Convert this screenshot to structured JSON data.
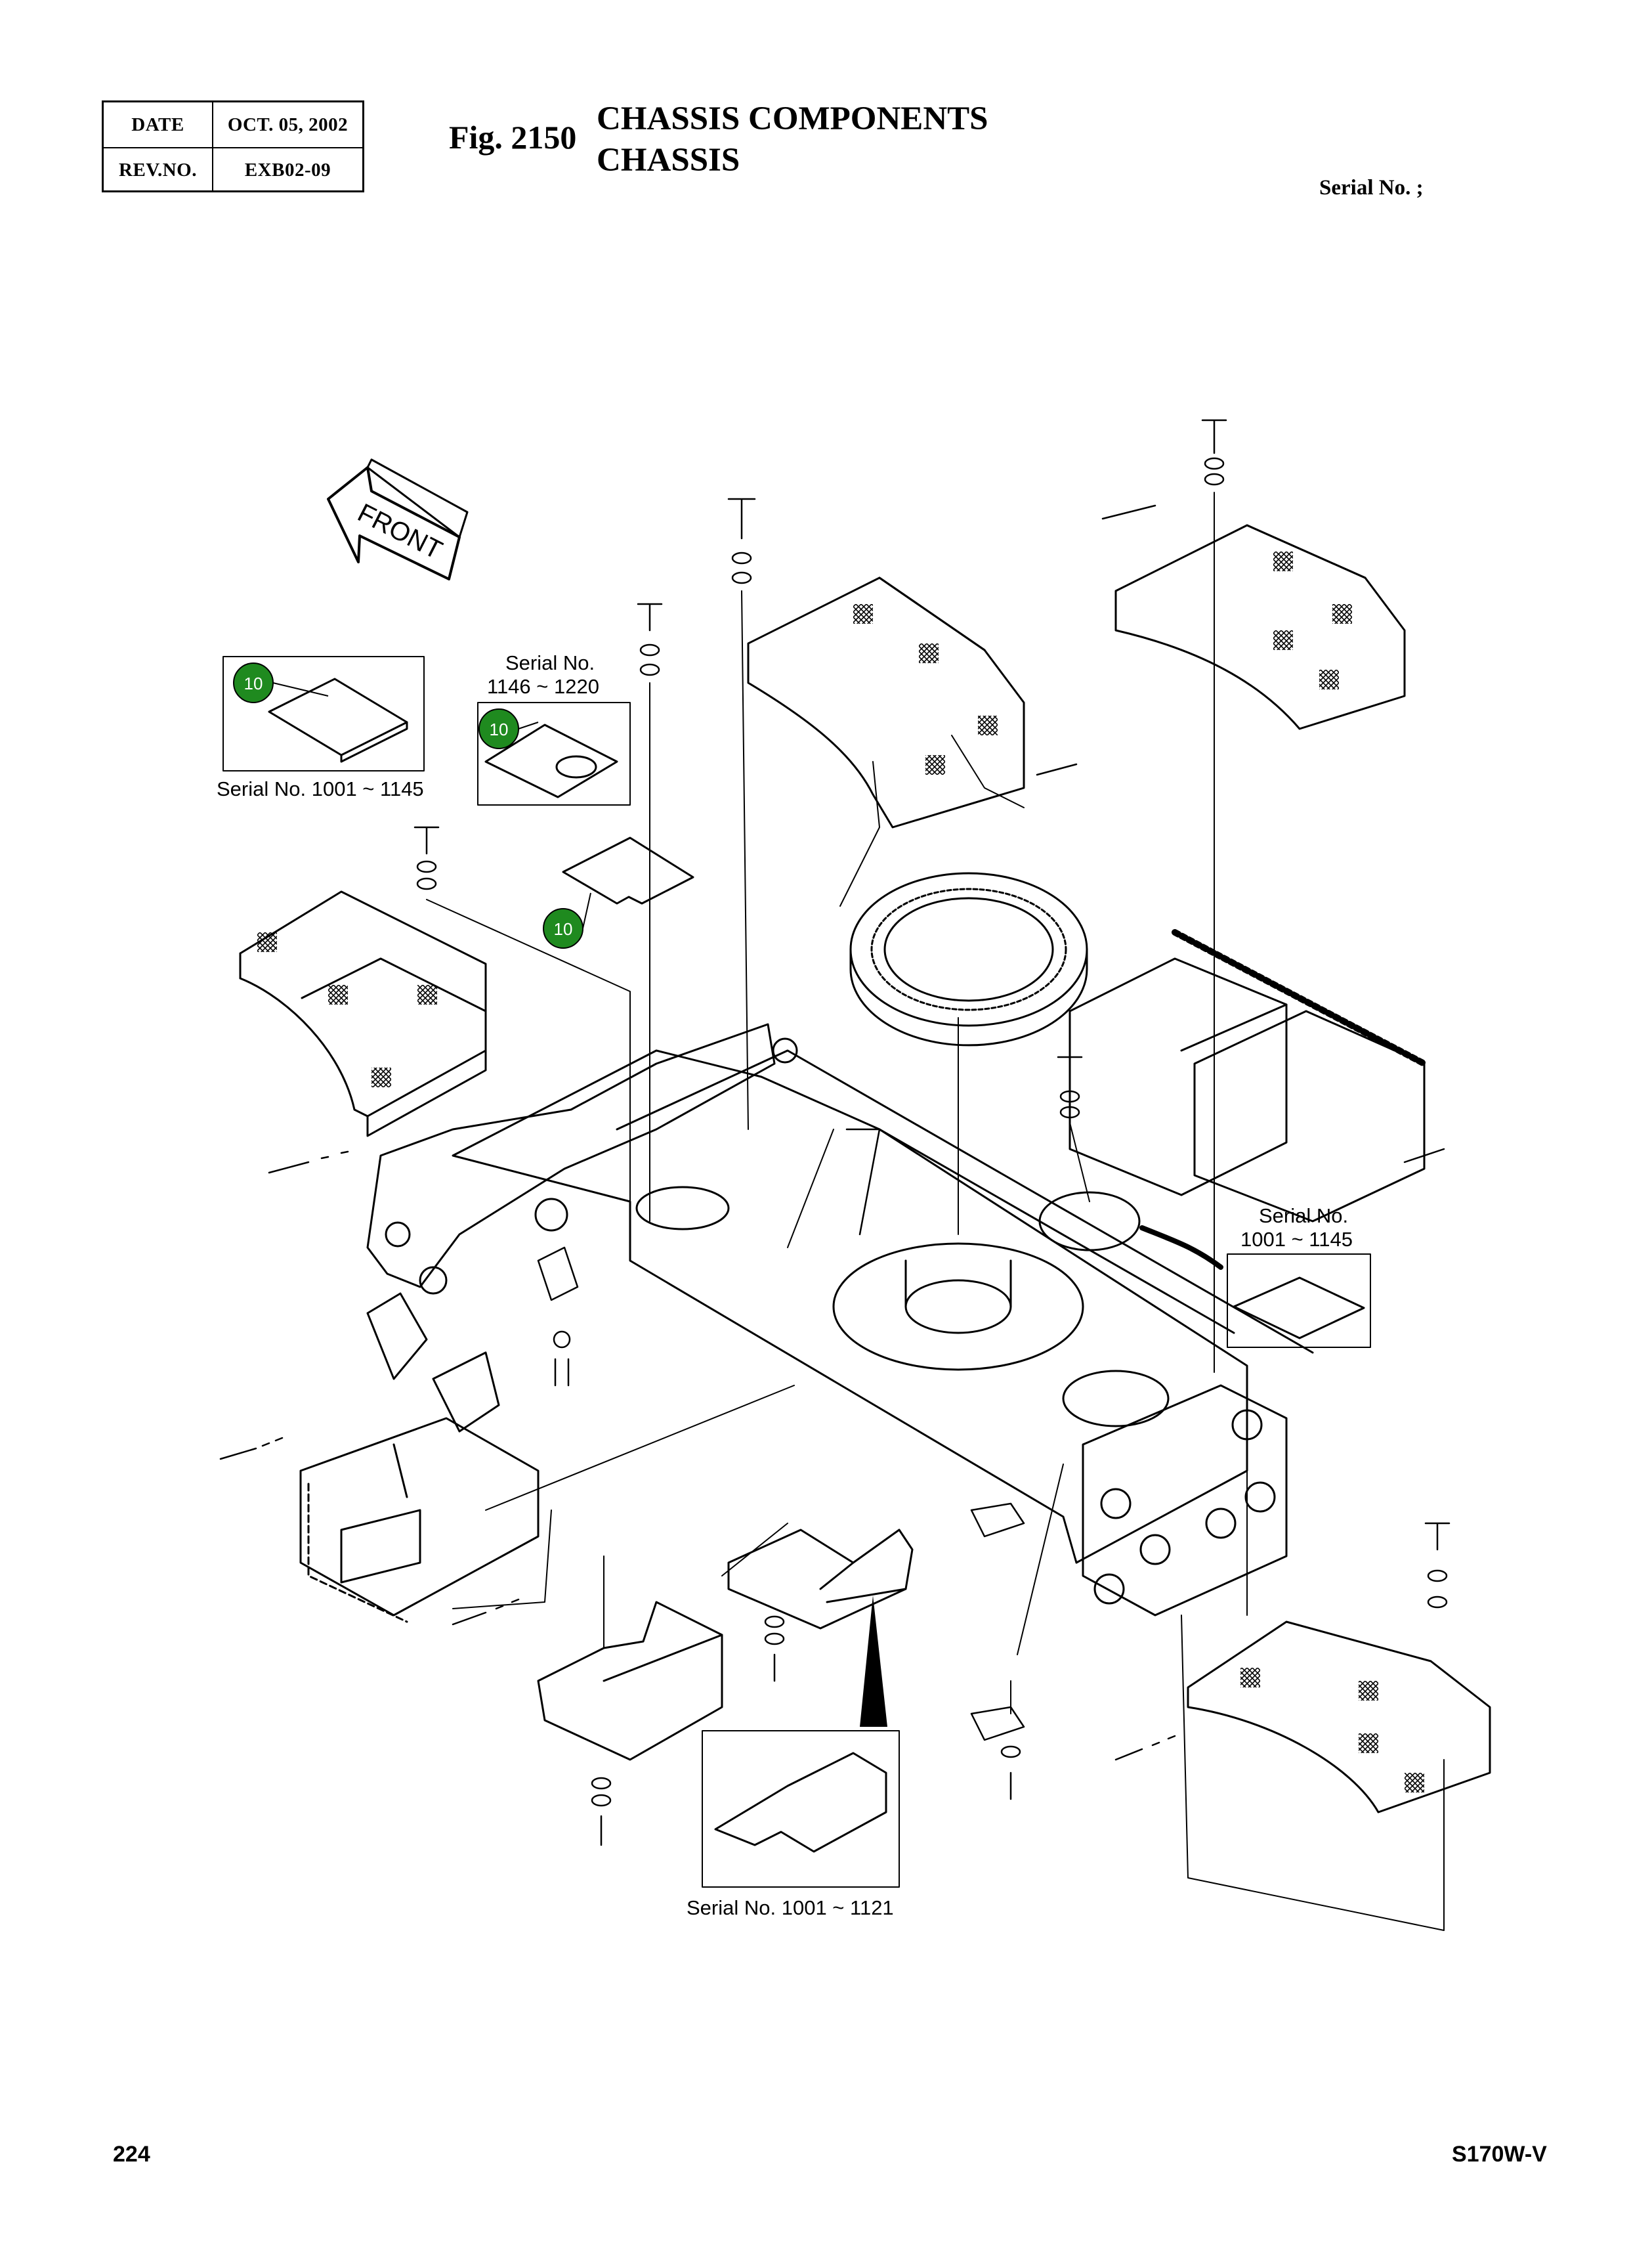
{
  "revision_table": {
    "date_label": "DATE",
    "date_value": "OCT. 05, 2002",
    "rev_label": "REV.NO.",
    "rev_value": "EXB02-09"
  },
  "figure": {
    "number": "Fig. 2150",
    "title_line1": "CHASSIS COMPONENTS",
    "title_line2": "CHASSIS",
    "serial_header": "Serial No. ;"
  },
  "diagram": {
    "front_arrow_label": "FRONT",
    "callout_badges": [
      "10",
      "10",
      "10"
    ],
    "badge_color": "#1f8a1f",
    "serial_notes": {
      "top_left_inset": "Serial No. 1001 ~ 1145",
      "middle_inset_line1": "Serial No.",
      "middle_inset_line2": "1146 ~ 1220",
      "right_inset_line1": "Serial No.",
      "right_inset_line2": "1001 ~ 1145",
      "bottom_inset": "Serial No. 1001 ~ 1121"
    }
  },
  "footer": {
    "page_number": "224",
    "model": "S170W-V"
  }
}
